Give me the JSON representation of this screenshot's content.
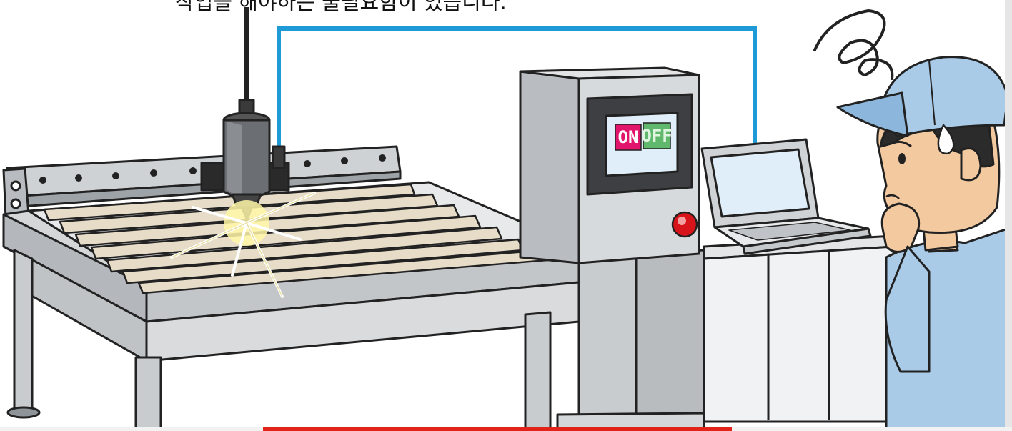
{
  "caption": {
    "text": "작업을 해야하는 불필요함이 있습니다."
  },
  "control_panel": {
    "on_label": "ON",
    "off_label": "OFF"
  },
  "colors": {
    "cable": "#1e9ad6",
    "on_button": "#e0156b",
    "off_button": "#5fb86b",
    "worker_cap": "#a9cbe8",
    "emergency_stop": "#d8141b",
    "accent_strip": "#e2231a"
  },
  "icons": {
    "worker_confusion": "confusion-scribble-icon",
    "sweat_drop": "sweat-drop-icon",
    "emergency_stop": "emergency-stop-icon",
    "spark": "spark-icon"
  }
}
